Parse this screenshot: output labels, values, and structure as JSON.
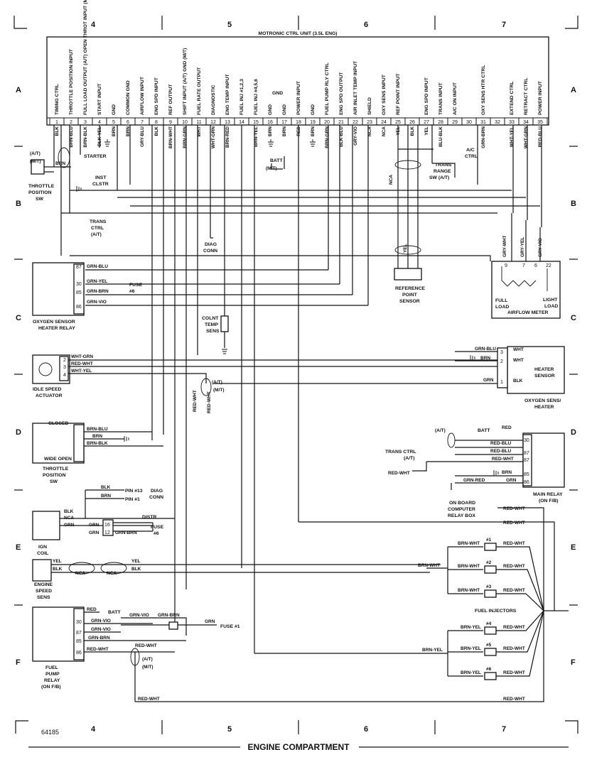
{
  "ecu_title": "MOTRONIC CTRL UNIT (3.5L ENG)",
  "grid": {
    "columns": [
      "4",
      "5",
      "6",
      "7"
    ],
    "rows": [
      "A",
      "B",
      "C",
      "D",
      "E",
      "F"
    ]
  },
  "ecu_pins": [
    {
      "pin": "1",
      "label": "TIMING CTRL",
      "wire": "BLK"
    },
    {
      "pin": "2",
      "label": "THROTTLE POSITION INPUT",
      "wire": "BRN-BLU"
    },
    {
      "pin": "3",
      "label": "FULL LOAD OUTPUT (A/T) OPEN THROT INPUT (M/T)",
      "wire": "BRN-BLK"
    },
    {
      "pin": "4",
      "label": "START INPUT",
      "wire": "BLK-YEL"
    },
    {
      "pin": "5",
      "label": "GND",
      "wire": "BRN"
    },
    {
      "pin": "6",
      "label": "COMMON GND",
      "wire": "BRN"
    },
    {
      "pin": "7",
      "label": "AIRFLOW INPUT",
      "wire": "GRY-BLU"
    },
    {
      "pin": "8",
      "label": "ENG SPD INPUT",
      "wire": "BLK"
    },
    {
      "pin": "9",
      "label": "REF OUTPUT",
      "wire": "BRN-WHT"
    },
    {
      "pin": "10",
      "label": "SHIFT INPUT (A/T) GND (M/T)",
      "wire": "BRN-GRN"
    },
    {
      "pin": "11",
      "label": "FUEL RATE OUTPUT",
      "wire": "WHT"
    },
    {
      "pin": "12",
      "label": "DIAGNOSTIC",
      "wire": "WHT-GRN"
    },
    {
      "pin": "13",
      "label": "ENG TEMP INPUT",
      "wire": "BRN-RED"
    },
    {
      "pin": "14",
      "label": "FUEL INJ #1,2,3",
      "wire": ""
    },
    {
      "pin": "15",
      "label": "FUEL INJ #4,5,6",
      "wire": "BRN-YEL"
    },
    {
      "pin": "16",
      "label": "GND",
      "wire": "BRN"
    },
    {
      "pin": "17",
      "label": "GND",
      "wire": "BRN"
    },
    {
      "pin": "18",
      "label": "POWER INPUT",
      "wire": "RED"
    },
    {
      "pin": "19",
      "label": "GND",
      "wire": "BRN"
    },
    {
      "pin": "20",
      "label": "FUEL PUMP RLY CTRL",
      "wire": "BRN-GRN"
    },
    {
      "pin": "21",
      "label": "ENG SPD OUTPUT",
      "wire": "BLK-BLU"
    },
    {
      "pin": "22",
      "label": "AIR INLET TEMP INPUT",
      "wire": "GRY-VIO"
    },
    {
      "pin": "23",
      "label": "SHIELD",
      "wire": "NCA"
    },
    {
      "pin": "24",
      "label": "OXY SENS INPUT",
      "wire": "NCA"
    },
    {
      "pin": "25",
      "label": "REF POINT INPUT",
      "wire": "YEL"
    },
    {
      "pin": "26",
      "label": "",
      "wire": "BLK"
    },
    {
      "pin": "27",
      "label": "ENG SPD INPUT",
      "wire": "YEL"
    },
    {
      "pin": "28",
      "label": "TRANS INPUT",
      "wire": "BLU-BLK"
    },
    {
      "pin": "29",
      "label": "A/C ON INPUT",
      "wire": ""
    },
    {
      "pin": "30",
      "label": "",
      "wire": ""
    },
    {
      "pin": "31",
      "label": "OXY SENS HTR CTRL",
      "wire": "GRN-BRN"
    },
    {
      "pin": "32",
      "label": "",
      "wire": ""
    },
    {
      "pin": "33",
      "label": "EXTEND CTRL",
      "wire": "WHT-YEL"
    },
    {
      "pin": "34",
      "label": "RETRACT CTRL",
      "wire": "WHT-GRN"
    },
    {
      "pin": "35",
      "label": "POWER INPUT",
      "wire": "RED-BLU"
    }
  ],
  "labels": {
    "at": "(A/T)",
    "mt": "(M/T)",
    "brn": "BRN",
    "throttle_sw": [
      "THROTTLE",
      "POSITION",
      "SW"
    ],
    "starter": "STARTER",
    "inst_clstr": [
      "INST",
      "CLSTR"
    ],
    "trans_ctrl": [
      "TRANS",
      "CTRL",
      "(A/T)"
    ],
    "batt": "BATT",
    "diag_conn": [
      "DIAG",
      "CONN"
    ],
    "coolant_temp": [
      "COLNT",
      "TEMP",
      "SENS"
    ],
    "trans_range": [
      "TRANS",
      "RANGE",
      "SW (A/T)"
    ],
    "ac_ctrl": [
      "A/C",
      "CTRL"
    ],
    "gnd_bracket": "GND",
    "ref_sensor": [
      "REFERENCE",
      "POINT",
      "SENSOR"
    ],
    "nca": "NCA",
    "yel": "YEL",
    "afm_wires": [
      "GRY-WHT",
      "GRY-YEL",
      "GRY-VIO"
    ],
    "afm_pins": [
      "9",
      "7",
      "6",
      "22"
    ],
    "full_load": [
      "FULL",
      "LOAD"
    ],
    "light_load": [
      "LIGHT",
      "LOAD"
    ],
    "airflow_meter": "AIRFLOW METER",
    "o2_relay": {
      "pins": [
        "87",
        "30",
        "85",
        "86"
      ],
      "wires": [
        "GRN-BLU",
        "GRN-YEL",
        "GRN-BRN",
        "GRN-VIO"
      ],
      "fuse": [
        "FUSE",
        "#6"
      ],
      "name": [
        "OXYGEN SENSOR",
        "HEATER RELAY"
      ]
    },
    "idle_actuator": {
      "pins": [
        "2",
        "3",
        "4"
      ],
      "wires": [
        "WHT-GRN",
        "RED-WHT",
        "WHT-YEL"
      ],
      "name": [
        "IDLE SPEED",
        "ACTUATOR"
      ]
    },
    "o2_heater": {
      "pins": [
        "3",
        "2",
        "1"
      ],
      "wires_left": [
        "GRN-BLU",
        "BRN",
        "GRN"
      ],
      "wires_right": [
        "WHT",
        "WHT",
        "BLK"
      ],
      "sensor": [
        "HEATER",
        "SENSOR"
      ],
      "name": [
        "OXYGEN SENS/",
        "HEATER"
      ]
    },
    "throttle_sw2": {
      "closed": "CLOSED",
      "wide_open": "WIDE OPEN",
      "wires": [
        "BRN-BLU",
        "BRN",
        "BRN-BLK"
      ],
      "name": [
        "THROTTLE",
        "POSITION",
        "SW"
      ]
    },
    "red_wht": "RED-WHT",
    "red": "RED",
    "main_relay": {
      "pins": [
        "30",
        "87",
        "87",
        "85",
        "86"
      ],
      "wires": [
        "RED",
        "RED-BLU",
        "RED-BLU",
        "RED-WHT",
        "BRN",
        "GRN"
      ],
      "name": [
        "MAIN RELAY",
        "(ON F/B)"
      ]
    },
    "trans_ctrl_at": [
      "TRANS CTRL",
      "(A/T)"
    ],
    "grn_red": "GRN-RED",
    "obc_box": [
      "ON BOARD",
      "COMPUTER",
      "RELAY BOX"
    ],
    "diag_conn2": {
      "wires": [
        "BLK",
        "BRN"
      ],
      "pins": [
        "PIN #13",
        "PIN #1"
      ],
      "name": [
        "DIAG",
        "CONN"
      ]
    },
    "ign_coil": {
      "wires": [
        "BLK",
        "NCA",
        "GRN",
        "GRN",
        "GRN",
        "GRN-BRN"
      ],
      "pins": [
        "16",
        "12"
      ],
      "distr": "DISTR",
      "fuse": [
        "FUSE",
        "#6"
      ],
      "name": [
        "IGN",
        "COIL"
      ]
    },
    "speed_sens": {
      "wires": [
        "YEL",
        "BLK",
        "NCA",
        "NCA",
        "YEL",
        "BLK"
      ],
      "name": [
        "ENGINE",
        "SPEED",
        "SENS"
      ]
    },
    "injectors": {
      "numbers": [
        "#1",
        "#2",
        "#3",
        "#4",
        "#5",
        "#6"
      ],
      "left_wires": [
        "BRN-WHT",
        "BRN-WHT",
        "BRN-WHT",
        "BRN-YEL",
        "BRN-YEL",
        "BRN-YEL"
      ],
      "right_wires": [
        "RED-WHT",
        "RED-WHT",
        "RED-WHT",
        "RED-WHT",
        "RED-WHT",
        "RED-WHT"
      ],
      "feed_upper": "BRN-WHT",
      "feed_lower": "BRN-YEL",
      "name": "FUEL INJECTORS"
    },
    "fuel_relay": {
      "pins": [
        "30",
        "87",
        "85",
        "86"
      ],
      "wires": [
        "RED",
        "GRN-VIO",
        "GRN-VIO",
        "GRN-BRN",
        "RED-WHT",
        "GRN-BRN",
        "GRN-VIO",
        "RED-WHT"
      ],
      "batt": "BATT",
      "fuse": "FUSE #1",
      "grn": "GRN",
      "name": [
        "FUEL",
        "PUMP",
        "RELAY",
        "(ON F/B)"
      ]
    }
  },
  "figure_number": "64185",
  "footer": "ENGINE COMPARTMENT"
}
